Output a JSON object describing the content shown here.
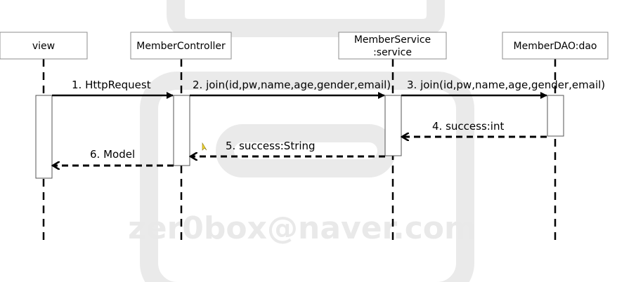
{
  "diagram": {
    "lifelines": [
      {
        "id": "view",
        "lines": [
          "view"
        ]
      },
      {
        "id": "member-controller",
        "lines": [
          "MemberController"
        ]
      },
      {
        "id": "member-service",
        "lines": [
          "MemberService",
          ":service"
        ]
      },
      {
        "id": "member-dao",
        "lines": [
          "MemberDAO:dao"
        ]
      }
    ],
    "messages": [
      {
        "label": "1. HttpRequest",
        "from": "view",
        "to": "member-controller",
        "style": "solid"
      },
      {
        "label": "2. join(id,pw,name,age,gender,email)",
        "from": "member-controller",
        "to": "member-service",
        "style": "solid"
      },
      {
        "label": "3. join(id,pw,name,age,gender,email)",
        "from": "member-service",
        "to": "member-dao",
        "style": "solid"
      },
      {
        "label": "4. success:int",
        "from": "member-dao",
        "to": "member-service",
        "style": "dashed"
      },
      {
        "label": "5. success:String",
        "from": "member-service",
        "to": "member-controller",
        "style": "dashed"
      },
      {
        "label": "6. Model",
        "from": "member-controller",
        "to": "view",
        "style": "dashed"
      }
    ]
  },
  "watermark": {
    "text": "zer0box@naver.com",
    "color": "#d8d8d8"
  },
  "colors": {
    "line": "#000000",
    "box_border": "#8c8c8c",
    "background": "#ffffff"
  }
}
